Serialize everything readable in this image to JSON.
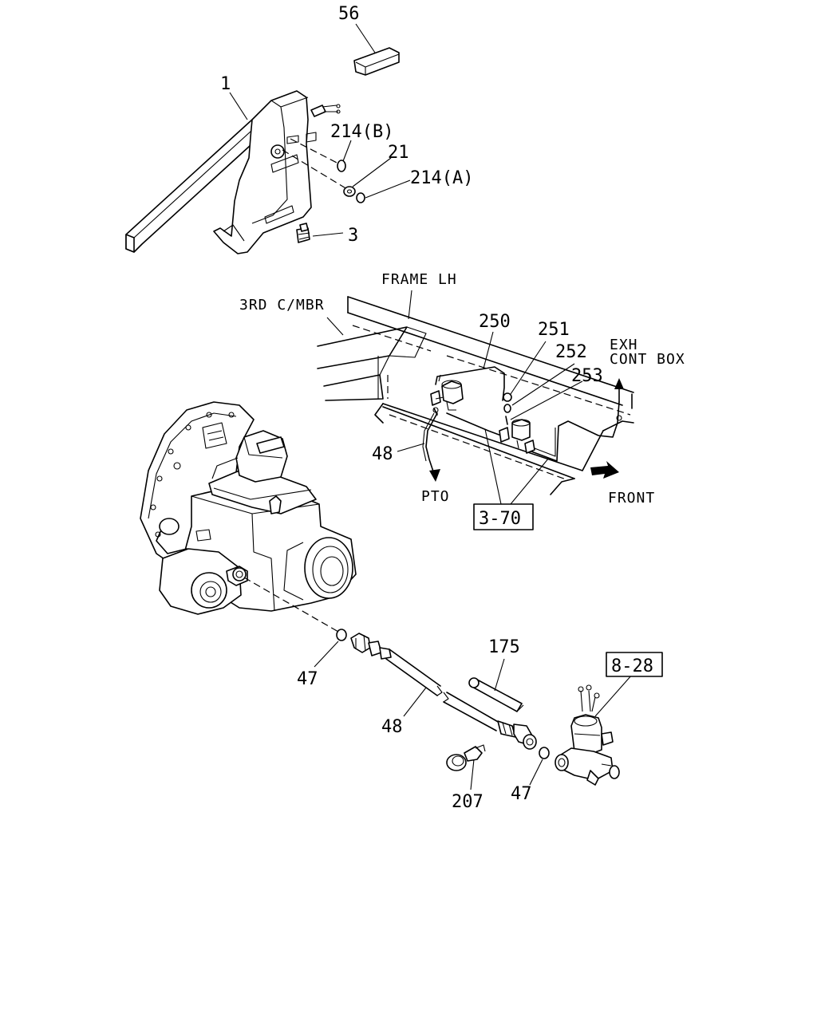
{
  "labels": {
    "l56": "56",
    "l1": "1",
    "l214b": "214(B)",
    "l21": "21",
    "l214a": "214(A)",
    "l3": "3",
    "frame_lh": "FRAME LH",
    "third_cmbr": "3RD C/MBR",
    "l250": "250",
    "l251": "251",
    "l252": "252",
    "l253": "253",
    "exh_1": "EXH",
    "exh_2": "CONT BOX",
    "l48_top": "48",
    "pto": "PTO",
    "front": "FRONT",
    "ref_3_70": "3-70",
    "l175": "175",
    "ref_8_28": "8-28",
    "l47_left": "47",
    "l48_bottom": "48",
    "l207": "207",
    "l47_right": "47"
  }
}
